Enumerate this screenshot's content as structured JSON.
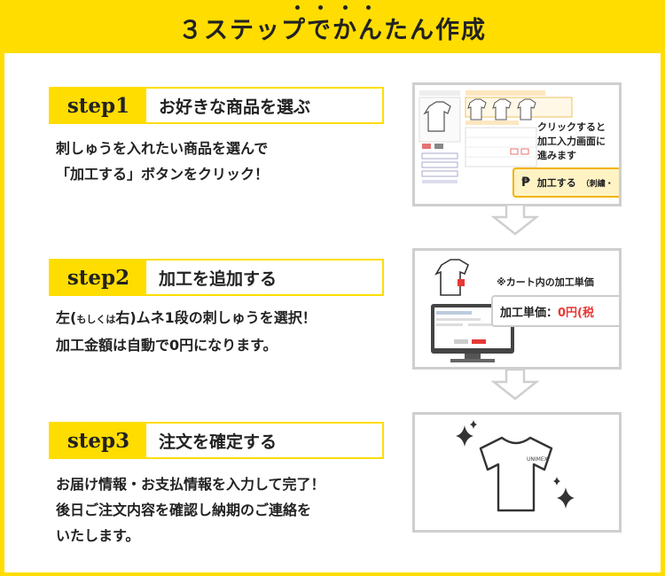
{
  "header": {
    "title": "３ステップでかんたん作成"
  },
  "steps": [
    {
      "label": "step1",
      "title": "お好きな商品を選ぶ",
      "desc_line1": "刺しゅうを入れたい商品を選んで",
      "desc_line2": "「加工する」ボタンをクリック！",
      "image": {
        "note_line1": "クリックすると",
        "note_line2": "加工入力画面に",
        "note_line3": "進みます",
        "button_label": "加工する",
        "button_sub": "（刺繍・"
      }
    },
    {
      "label": "step2",
      "title": "加工を追加する",
      "desc_line1_a": "左(",
      "desc_line1_small": "もしくは",
      "desc_line1_b": "右)ムネ1段の刺しゅうを選択！",
      "desc_line2": "加工金額は自動で0円になります。",
      "image": {
        "note": "※カート内の加工単価",
        "price_label": "加工単価：",
        "price_value": "0円(税"
      }
    },
    {
      "label": "step3",
      "title": "注文を確定する",
      "desc_line1": "お届け情報・お支払情報を入力して完了！",
      "desc_line2": "後日ご注文内容を確認し納期のご連絡を",
      "desc_line3": "いたします。",
      "image": {
        "shirt_print": "UNIMEX"
      }
    }
  ],
  "colors": {
    "accent": "#ffdd00",
    "border": "#cfcfcf",
    "price": "#e53935"
  }
}
